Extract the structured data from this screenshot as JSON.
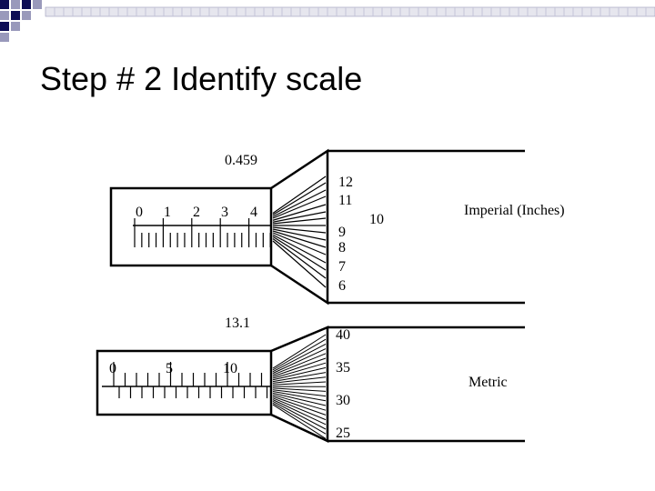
{
  "slide": {
    "title": "Step # 2 Identify scale",
    "accent_color": "#0d0d55",
    "decoration_color": "#9999bb"
  },
  "imperial": {
    "reading": "0.459",
    "sleeve_numbers": [
      "0",
      "1",
      "2",
      "3",
      "4"
    ],
    "thimble_numbers": [
      "12",
      "11",
      "10",
      "9",
      "8",
      "7",
      "6"
    ],
    "label": "Imperial (Inches)"
  },
  "metric": {
    "reading": "13.1",
    "sleeve_numbers": [
      "0",
      "5",
      "10"
    ],
    "thimble_numbers": [
      "40",
      "35",
      "30",
      "25"
    ],
    "label": "Metric"
  }
}
